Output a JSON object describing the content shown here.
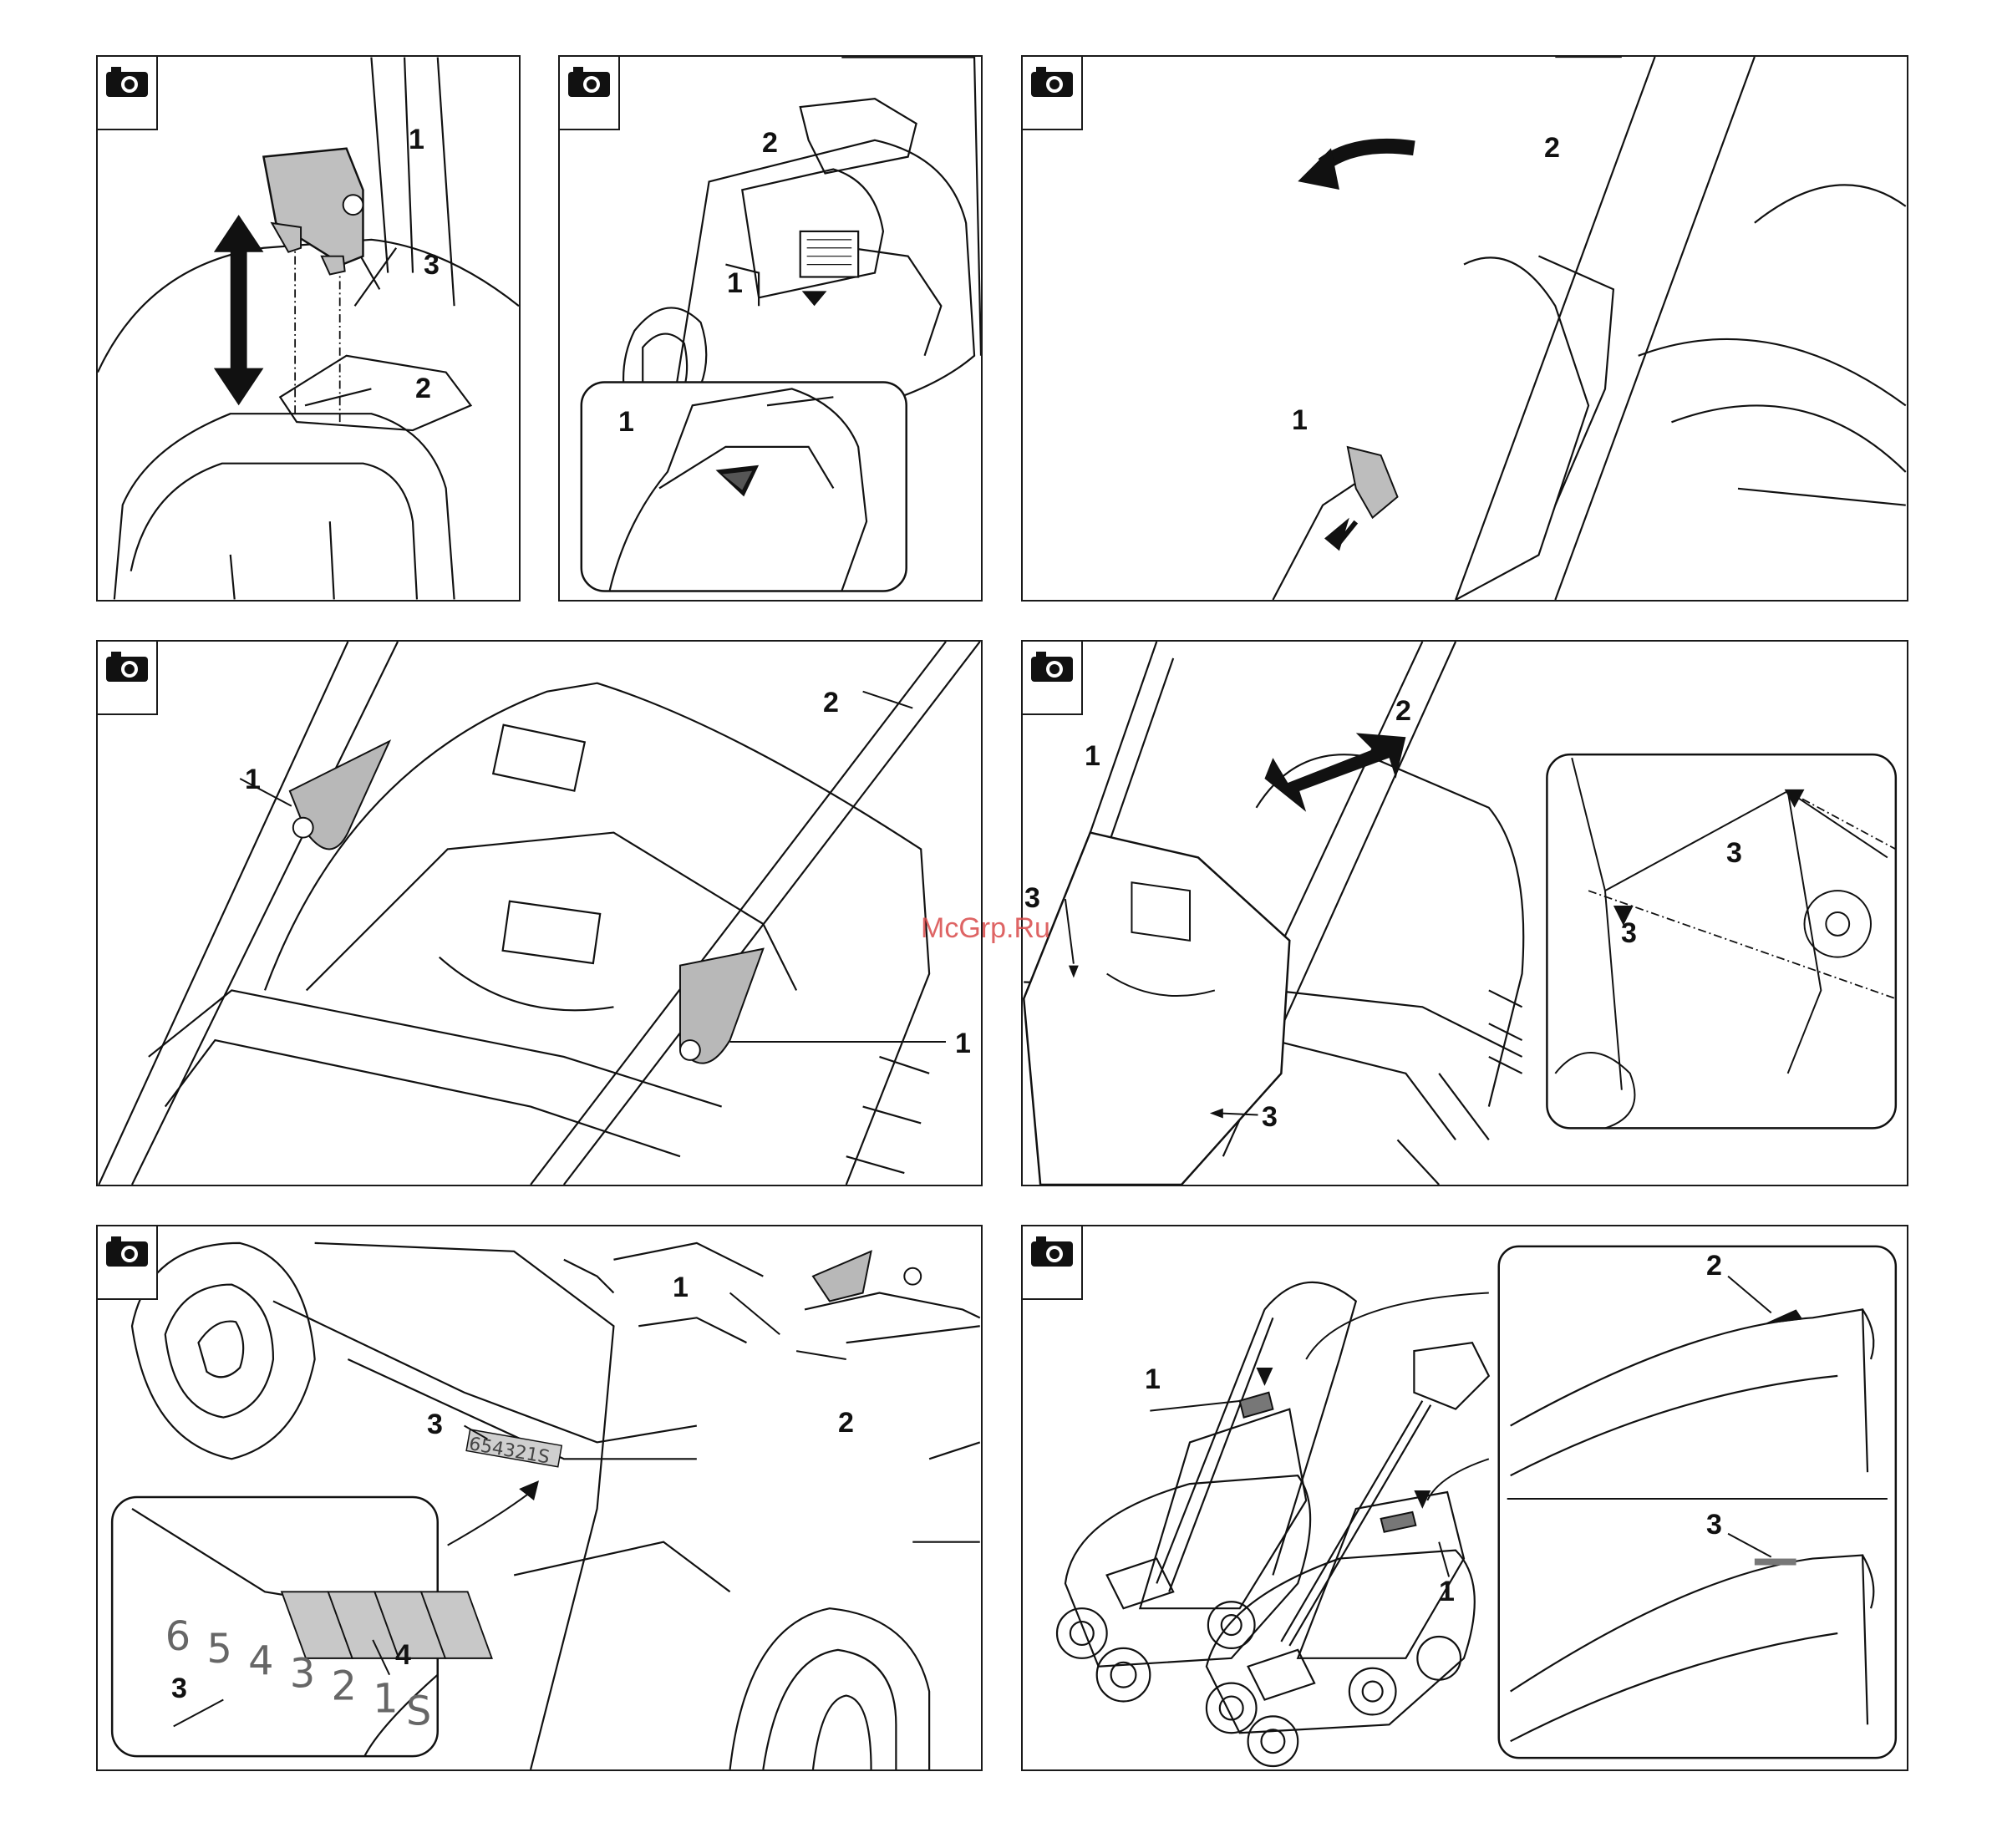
{
  "watermark": "McGrp.Ru",
  "icon": "camera-icon",
  "panels": [
    {
      "id": "p1",
      "labels": [
        "1",
        "3",
        "2"
      ]
    },
    {
      "id": "p2",
      "labels": [
        "2",
        "1",
        "1"
      ]
    },
    {
      "id": "p3",
      "labels": [
        "2",
        "1"
      ]
    },
    {
      "id": "p4",
      "labels": [
        "1",
        "2",
        "1"
      ]
    },
    {
      "id": "p5",
      "labels": [
        "2",
        "1",
        "3",
        "3",
        "3",
        "3"
      ]
    },
    {
      "id": "p6",
      "labels": [
        "1",
        "2",
        "3",
        "3",
        "4"
      ],
      "scale_small": "654321S",
      "scale_large": [
        "6",
        "5",
        "4",
        "3",
        "2",
        "1",
        "S"
      ]
    },
    {
      "id": "p7",
      "labels": [
        "1",
        "2",
        "3",
        "1"
      ]
    }
  ]
}
